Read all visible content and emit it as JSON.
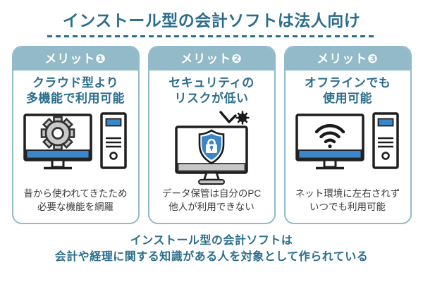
{
  "title": "インストール型の会計ソフトは法人向け",
  "cards": [
    {
      "badge": "メリット❶",
      "heading_line1": "クラウド型より",
      "heading_line2": "多機能で利用可能",
      "icon": "desktop-gear-and-tower",
      "caption_line1": "昔から使われてきたため",
      "caption_line2": "必要な機能を網羅"
    },
    {
      "badge": "メリット❷",
      "heading_line1": "セキュリティの",
      "heading_line2": "リスクが低い",
      "icon": "monitor-shield-lock-virus",
      "caption_line1": "データ保管は自分のPC",
      "caption_line2": "他人が利用できない"
    },
    {
      "badge": "メリット❸",
      "heading_line1": "オフラインでも",
      "heading_line2": "使用可能",
      "icon": "monitor-wifi-and-tower",
      "caption_line1": "ネット環境に左右されず",
      "caption_line2": "いつでも利用可能"
    }
  ],
  "footer": {
    "line1": "インストール型の会計ソフトは",
    "line2": "会計や経理に関する知識がある人を対象として作られている"
  },
  "colors": {
    "heading_teal": "#2b6e8c",
    "header_light_blue": "#93bac9",
    "accent_blue": "#3a86c7",
    "outline_dark": "#1f1f1f",
    "caption_gray": "#3c3c3c",
    "gear_gray": "#c9c9c9",
    "bar_gray": "#c6c6c6"
  }
}
